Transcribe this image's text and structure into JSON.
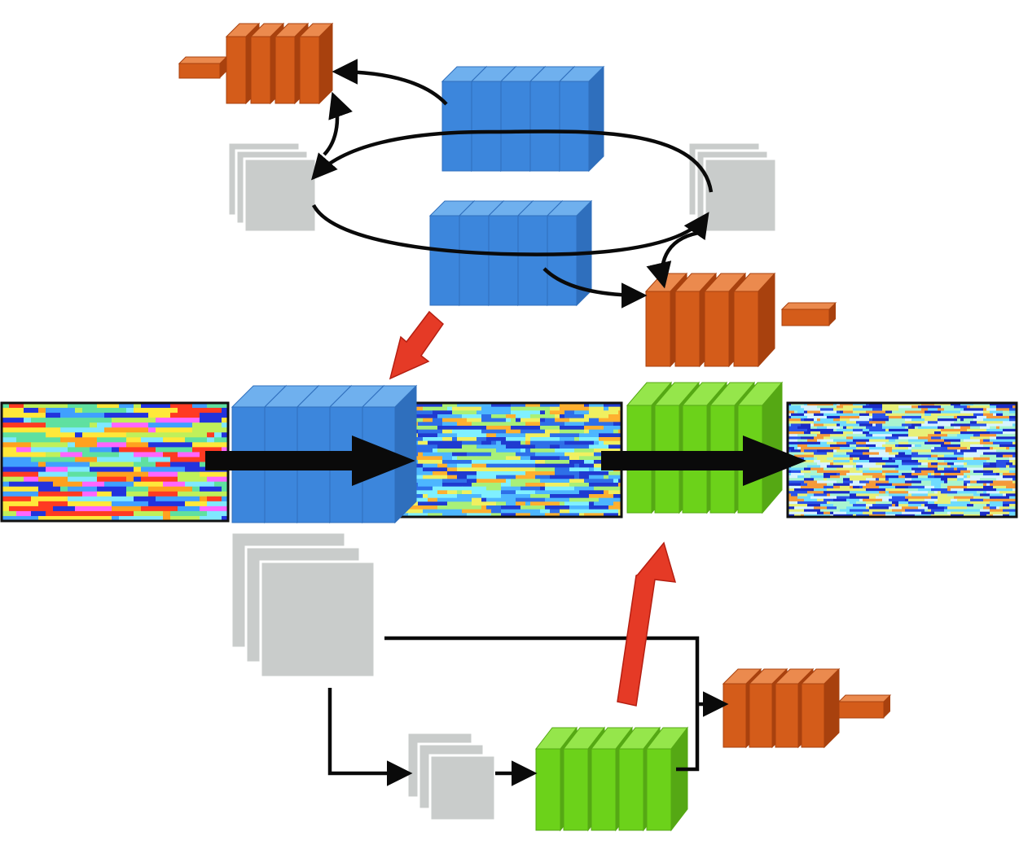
{
  "title": "",
  "colors": {
    "encoder_blue": [
      "#3c86dc",
      "#6fb0ee",
      "#2f6fbd"
    ],
    "decoder_green": [
      "#6cd21a",
      "#95e64b",
      "#55a814"
    ],
    "discriminator_orange": [
      "#d45c1a",
      "#eb8a4e",
      "#a8410e"
    ],
    "latent_gray": [
      "#c9cccb",
      "#e0e2e1",
      "#b9bcbb"
    ],
    "arrow_black": "#0a0a0a",
    "arrow_red": "#e53a26"
  },
  "icons": [
    "conv-encoder-block",
    "conv-decoder-block",
    "discriminator-block",
    "latent-feature-stack",
    "velocity-model-map",
    "flow-arrow",
    "red-emphasis-arrow"
  ],
  "maps": {
    "input": {
      "palette": [
        "#ff3a22",
        "#ffa11f",
        "#ffe83a",
        "#bff05a",
        "#5fe0a0",
        "#7fe8ff",
        "#40a0ff",
        "#2233dd",
        "#ff66ff"
      ]
    },
    "middle": {
      "palette": [
        "#4db6ff",
        "#2e6fe8",
        "#1f3ad0",
        "#7ff0ff",
        "#a8f078",
        "#f0f060",
        "#ffb030"
      ]
    },
    "output": {
      "palette": [
        "#2a52e8",
        "#1a2bc6",
        "#6fdcff",
        "#a9f5d0",
        "#d7f4ff",
        "#e8f078",
        "#f59a3a"
      ]
    }
  }
}
